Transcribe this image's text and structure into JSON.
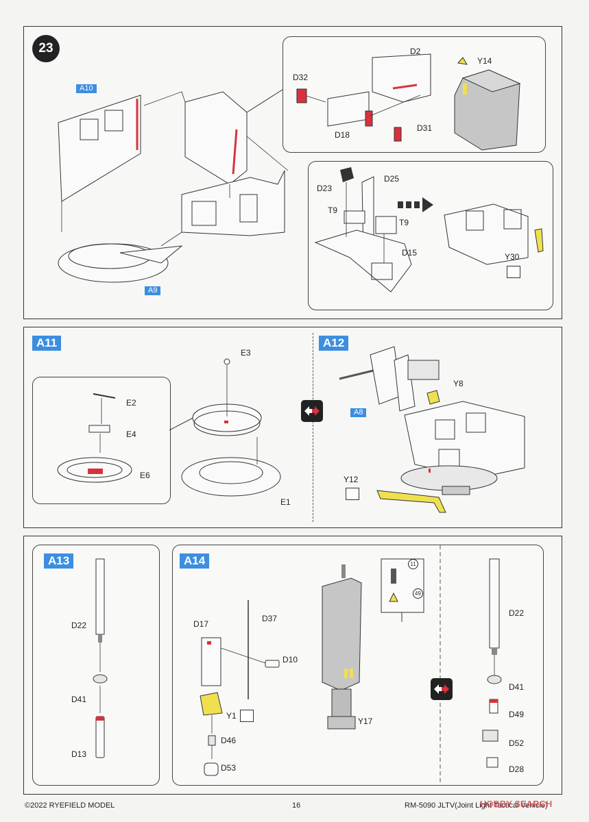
{
  "step23": {
    "number": "23",
    "a10": "A10",
    "a9": "A9",
    "labels": {
      "d32": "D32",
      "d2": "D2",
      "y14": "Y14",
      "d18": "D18",
      "d31": "D31",
      "d23": "D23",
      "d25": "D25",
      "t9a": "T9",
      "t9b": "T9",
      "d15": "D15",
      "y30": "Y30"
    }
  },
  "a11": {
    "title": "A11",
    "labels": {
      "e2": "E2",
      "e4": "E4",
      "e6": "E6",
      "e3": "E3",
      "e1": "E1"
    }
  },
  "a12": {
    "title": "A12",
    "a8": "A8",
    "labels": {
      "y8": "Y8",
      "y12": "Y12"
    }
  },
  "a13": {
    "title": "A13",
    "labels": {
      "d22": "D22",
      "d41": "D41",
      "d13": "D13"
    }
  },
  "a14": {
    "title": "A14",
    "labels": {
      "d17": "D17",
      "d37": "D37",
      "d10": "D10",
      "y1": "Y1",
      "d46": "D46",
      "d53": "D53",
      "y17": "Y17",
      "c11": "11",
      "c49": "49",
      "d22": "D22",
      "d41": "D41",
      "d49": "D49",
      "d52": "D52",
      "d28": "D28"
    }
  },
  "footer": {
    "left": "©2022 RYEFIELD MODEL",
    "center": "16",
    "right": "RM-5090 JLTV(Joint Light Tactical Vehicle)",
    "watermark": "HOBBY SEARCH"
  },
  "colors": {
    "accent": "#3c8ee0",
    "red_part": "#d8323c",
    "yellow_part": "#f0e050",
    "gray_part": "#c6c6c6"
  }
}
